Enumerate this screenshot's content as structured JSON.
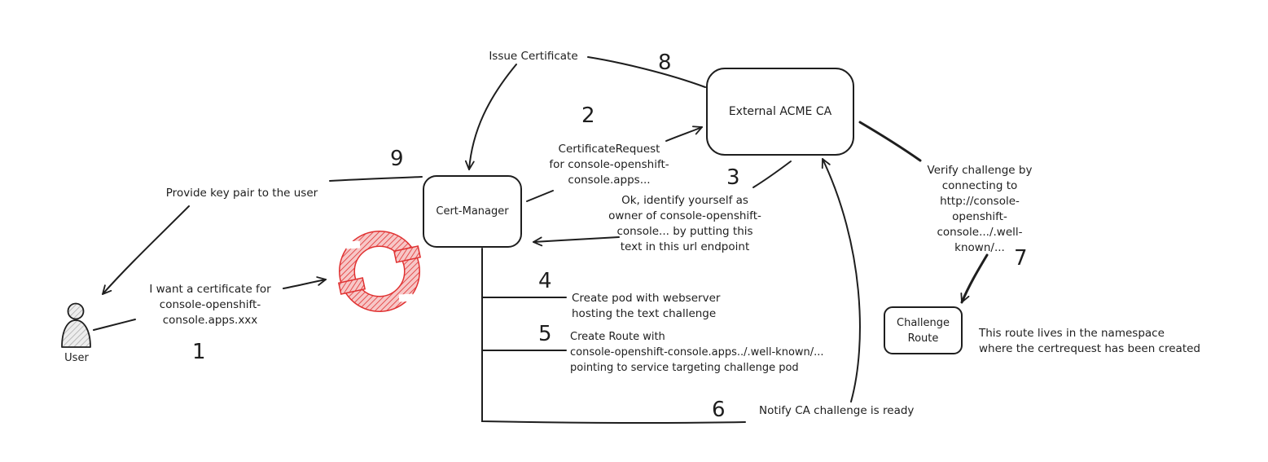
{
  "nodes": {
    "acme": "External ACME CA",
    "cert_manager": "Cert-Manager",
    "challenge_route": "Challenge\nRoute",
    "user": "User"
  },
  "steps": {
    "s1": "1",
    "s2": "2",
    "s3": "3",
    "s4": "4",
    "s5": "5",
    "s6": "6",
    "s7": "7",
    "s8": "8",
    "s9": "9"
  },
  "labels": {
    "issue_certificate": "Issue Certificate",
    "provide_key_pair": "Provide key pair to the user",
    "want_certificate": "I want a certificate for\nconsole-openshift-\nconsole.apps.xxx",
    "certificate_request": "CertificateRequest\nfor console-openshift-\nconsole.apps...",
    "identify_yourself": "Ok, identify yourself as\nowner of console-openshift-\nconsole... by putting this\ntext in this url endpoint",
    "create_pod": "Create pod with webserver\nhosting the text challenge",
    "create_route": "Create Route with\nconsole-openshift-console.apps../.well-known/...\npointing to service targeting challenge pod",
    "notify_ca": "Notify CA challenge is ready",
    "verify_challenge": "Verify challenge by\nconnecting to\nhttp://console-\nopenshift-\nconsole.../.well-\nknown/...",
    "route_namespace": "This route lives in the namespace\nwhere the certrequest has been created"
  },
  "colors": {
    "stroke": "#1e1e1e",
    "openshift_red": "#e03131",
    "user_fill": "#c9c9c9"
  },
  "icons": {
    "user": "person-icon",
    "openshift": "openshift-logo-icon"
  }
}
